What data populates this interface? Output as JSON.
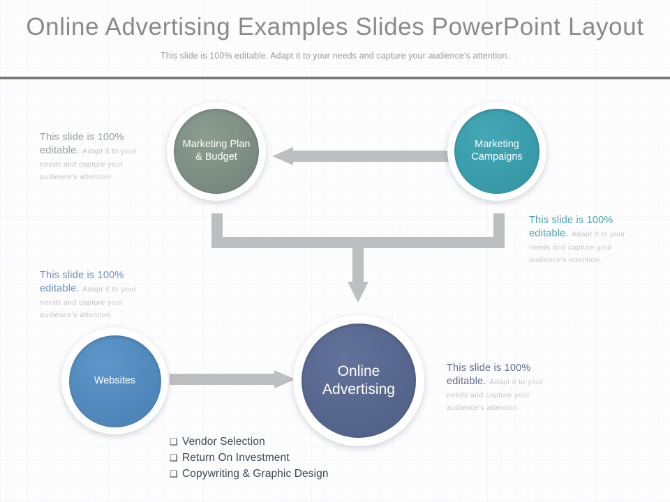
{
  "header": {
    "title": "Online Advertising Examples Slides PowerPoint Layout",
    "subtitle": "This slide is 100% editable. Adapt it to your needs and capture your audience's attention."
  },
  "nodes": [
    {
      "id": "marketing-plan",
      "label": "Marketing Plan & Budget",
      "color": "#7d8f84"
    },
    {
      "id": "marketing-campaigns",
      "label": "Marketing Campaigns",
      "color": "#3a9dab"
    },
    {
      "id": "websites",
      "label": "Websites",
      "color": "#5189bd"
    },
    {
      "id": "online-advertising",
      "label": "Online Advertising",
      "color": "#56678e"
    }
  ],
  "annotations": [
    {
      "id": "plan",
      "lead": "This slide is 100% editable.",
      "rest": "Adapt it to your needs and capture your audience's attention.",
      "lead_color": "#98a09b"
    },
    {
      "id": "campaigns",
      "lead": "This slide is 100% editable.",
      "rest": "Adapt it to your needs and capture your audience's attention.",
      "lead_color": "#4ba3b2"
    },
    {
      "id": "websites",
      "lead": "This slide is 100% editable.",
      "rest": "Adapt it to your needs and capture your audience's attention.",
      "lead_color": "#6c90bb"
    },
    {
      "id": "advertising",
      "lead": "This slide is 100% editable.",
      "rest": "Adapt it to your needs and capture your audience's attention.",
      "lead_color": "#5c6b8d"
    }
  ],
  "bullets": {
    "marker": "❑",
    "items": [
      "Vendor Selection",
      "Return On Investment",
      "Copywriting & Graphic Design"
    ]
  },
  "connectors": {
    "arrow_color": "#bcbec0",
    "campaigns_to_plan": "left",
    "top_to_center": "down",
    "websites_to_center": "right"
  }
}
